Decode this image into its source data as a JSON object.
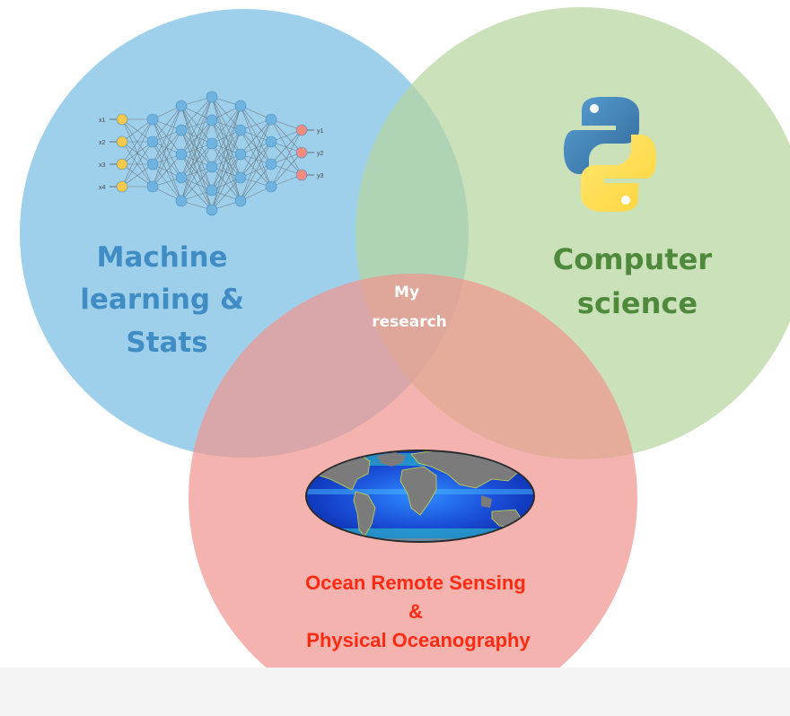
{
  "diagram": {
    "circles": {
      "ml": {
        "label_lines": [
          "Machine",
          "learning &",
          "Stats"
        ],
        "color": "#8ec8e8",
        "text_color": "#3f8dc4"
      },
      "cs": {
        "label_lines": [
          "Computer",
          "science"
        ],
        "color": "#b5d6a0",
        "text_color": "#4f8a3c"
      },
      "ocean": {
        "label_lines": [
          "Ocean Remote Sensing",
          "&",
          "Physical Oceanography"
        ],
        "color": "#f19a96",
        "text_color": "#ff2a12"
      }
    },
    "center": {
      "label_lines": [
        "My",
        "research"
      ],
      "text_color": "#ffffff"
    },
    "icons": {
      "neural_network": {
        "input_labels": [
          "x1",
          "x2",
          "x3",
          "x4"
        ],
        "output_labels": [
          "y1",
          "y2",
          "y3"
        ]
      },
      "python_logo": {
        "blue": "#3d72a8",
        "yellow": "#ffd43b"
      },
      "world_map": {
        "ocean": "#1f6fe0",
        "land": "#7c7c7c"
      }
    }
  }
}
